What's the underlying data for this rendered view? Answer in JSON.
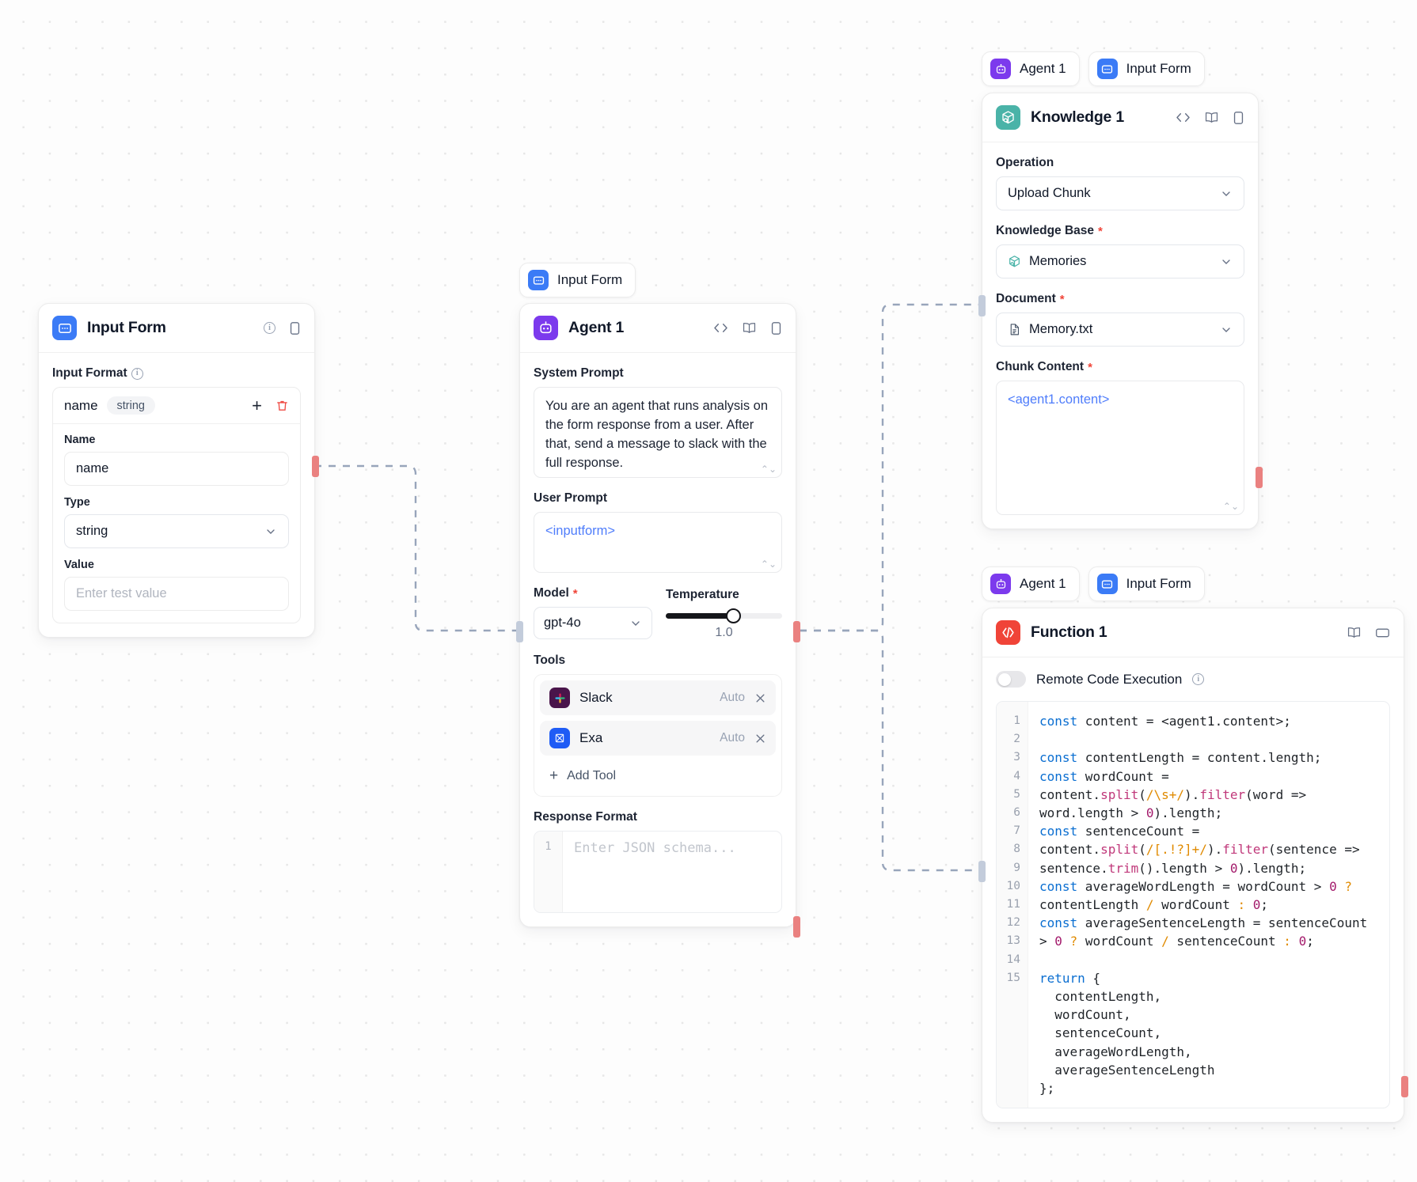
{
  "canvas": {
    "bg": "#fdfdfd",
    "dot": "#e7e7e7"
  },
  "colors": {
    "input_form_accent": "#3b7bf6",
    "agent_accent": "#7c3aed",
    "knowledge_accent": "#4ab3a8",
    "function_accent": "#f04438",
    "edge": "#98a5bb",
    "handle_in": "#c3ccdb",
    "handle_out": "#ea8180",
    "required_star": "#f04438",
    "template_token": "#4f7dfb"
  },
  "input_form_node": {
    "title": "Input Form",
    "icon": "form-icon",
    "header_icons": [
      "info-icon",
      "panel-icon"
    ],
    "section_label": "Input Format",
    "field": {
      "name_chip": "name",
      "type_tag": "string",
      "add_label": "+",
      "delete_label": "delete-icon",
      "name_label": "Name",
      "name_value": "name",
      "type_label": "Type",
      "type_value": "string",
      "value_label": "Value",
      "value_placeholder": "Enter test value"
    }
  },
  "agent_chip": {
    "label": "Input Form",
    "icon": "form-icon"
  },
  "agent_node": {
    "title": "Agent 1",
    "icon": "robot-icon",
    "header_icons": [
      "code-icon",
      "book-icon",
      "panel-icon"
    ],
    "system_prompt_label": "System Prompt",
    "system_prompt_value": "You are an agent that runs analysis on the form response from a user. After that, send a message to slack with the full response.",
    "user_prompt_label": "User Prompt",
    "user_prompt_value": "<inputform>",
    "model_label": "Model",
    "model_required": "*",
    "model_value": "gpt-4o",
    "temperature_label": "Temperature",
    "temperature_value": "1.0",
    "temperature_percent": 58,
    "tools_label": "Tools",
    "tools": [
      {
        "name": "Slack",
        "mode": "Auto",
        "icon": "slack-icon"
      },
      {
        "name": "Exa",
        "mode": "Auto",
        "icon": "exa-icon"
      }
    ],
    "add_tool_label": "Add Tool",
    "response_format_label": "Response Format",
    "response_format_placeholder": "Enter JSON schema...",
    "response_format_line_no": "1"
  },
  "knowledge_chips": [
    {
      "label": "Agent 1",
      "icon": "robot-icon"
    },
    {
      "label": "Input Form",
      "icon": "form-icon"
    }
  ],
  "knowledge_node": {
    "title": "Knowledge 1",
    "icon": "knowledge-icon",
    "header_icons": [
      "code-icon",
      "book-icon",
      "panel-icon"
    ],
    "operation_label": "Operation",
    "operation_value": "Upload Chunk",
    "kb_label": "Knowledge Base",
    "kb_required": "*",
    "kb_value": "Memories",
    "document_label": "Document",
    "document_required": "*",
    "document_value": "Memory.txt",
    "chunk_label": "Chunk Content",
    "chunk_required": "*",
    "chunk_value": "<agent1.content>"
  },
  "function_chips": [
    {
      "label": "Agent 1",
      "icon": "robot-icon"
    },
    {
      "label": "Input Form",
      "icon": "form-icon"
    }
  ],
  "function_node": {
    "title": "Function 1",
    "icon": "code-brackets-icon",
    "header_icons": [
      "book-icon",
      "window-icon"
    ],
    "remote_toggle_label": "Remote Code Execution",
    "remote_toggle_on": false,
    "line_numbers": [
      "1",
      "2",
      "3",
      "4",
      "5",
      "6",
      "7",
      "8",
      "9",
      "10",
      "11",
      "12",
      "13",
      "14",
      "15"
    ],
    "code": "const content = <agent1.content>;\n\nconst contentLength = content.length;\nconst wordCount = content.split(/\\s+/).filter(word => word.length > 0).length;\nconst sentenceCount = content.split(/[.!?]+/).filter(sentence => sentence.trim().length > 0).length;\nconst averageWordLength = wordCount > 0 ? contentLength / wordCount : 0;\nconst averageSentenceLength = sentenceCount > 0 ? wordCount / sentenceCount : 0;\n\nreturn {\n  contentLength,\n  wordCount,\n  sentenceCount,\n  averageWordLength,\n  averageSentenceLength\n};"
  }
}
